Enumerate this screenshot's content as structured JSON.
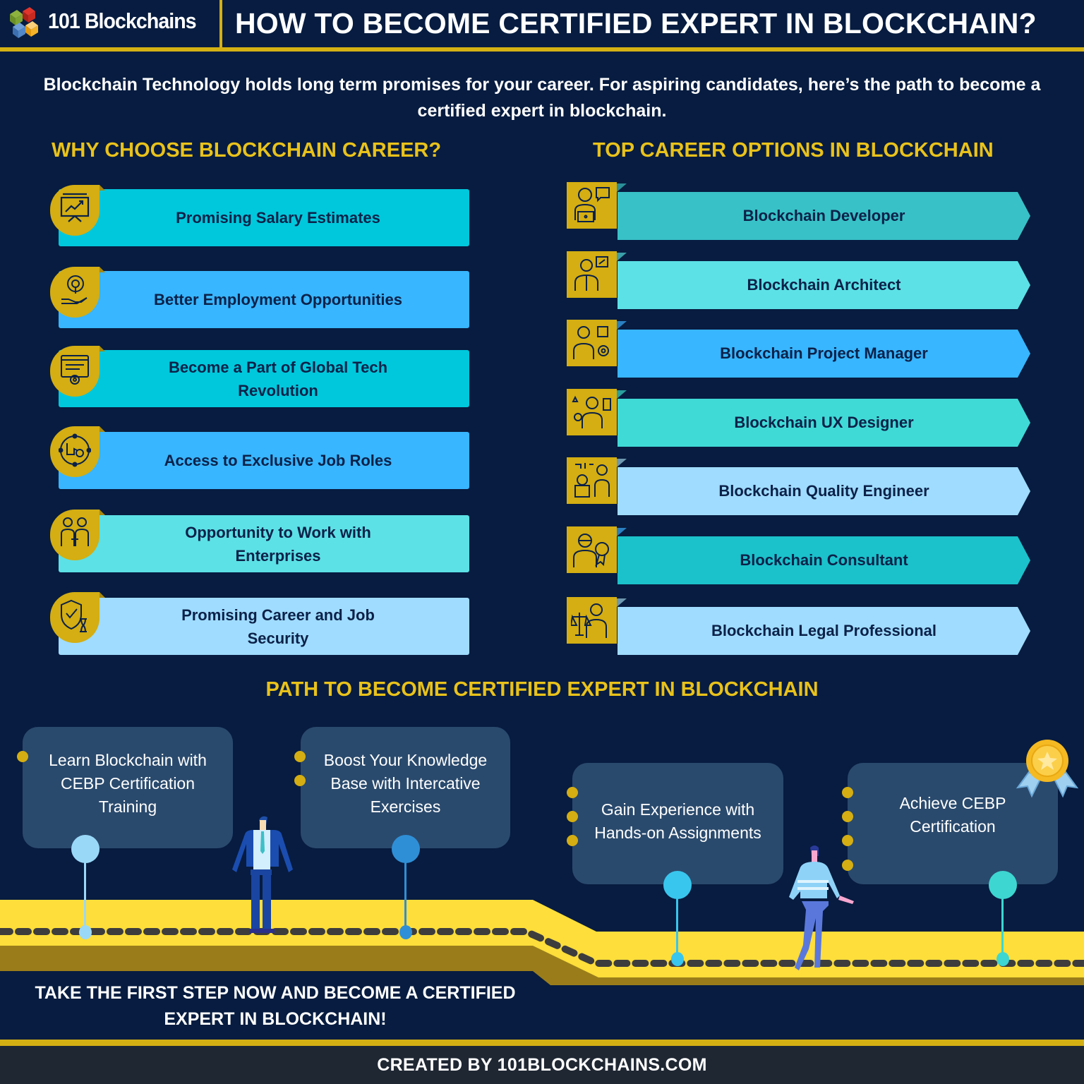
{
  "header": {
    "brand": "101 Blockchains",
    "title": "HOW TO BECOME CERTIFIED EXPERT IN BLOCKCHAIN?"
  },
  "intro": "Blockchain Technology holds long term promises for your career. For aspiring candidates, here’s the path to become a certified expert in blockchain.",
  "why_section": {
    "title": "WHY CHOOSE BLOCKCHAIN CAREER?",
    "items": [
      {
        "label": "Promising Salary Estimates",
        "icon": "presentation-chart-icon",
        "color": "#00c8dc"
      },
      {
        "label": "Better Employment Opportunities",
        "icon": "gear-hand-icon",
        "color": "#38b6ff"
      },
      {
        "label": "Become a Part of Global Tech Revolution",
        "icon": "web-gear-icon",
        "color": "#00c8dc"
      },
      {
        "label": "Access to Exclusive Job Roles",
        "icon": "factory-gear-icon",
        "color": "#38b6ff"
      },
      {
        "label": "Opportunity to Work with Enterprises",
        "icon": "handshake-people-icon",
        "color": "#5ce1e6"
      },
      {
        "label": "Promising Career and Job Security",
        "icon": "shield-hourglass-icon",
        "color": "#a0dcff"
      }
    ]
  },
  "careers_section": {
    "title": "TOP CAREER OPTIONS IN BLOCKCHAIN",
    "items": [
      {
        "label": "Blockchain Developer",
        "icon": "developer-laptop-icon",
        "color": "#38c1c7"
      },
      {
        "label": "Blockchain Architect",
        "icon": "architect-icon",
        "color": "#5ce1e6"
      },
      {
        "label": "Blockchain Project Manager",
        "icon": "manager-gear-icon",
        "color": "#38b6ff"
      },
      {
        "label": "Blockchain UX Designer",
        "icon": "designer-icon",
        "color": "#40dad6"
      },
      {
        "label": "Blockchain Quality Engineer",
        "icon": "engineer-circuit-icon",
        "color": "#a0dcff"
      },
      {
        "label": "Blockchain Consultant",
        "icon": "consultant-award-icon",
        "color": "#1bc2cb"
      },
      {
        "label": "Blockchain Legal Professional",
        "icon": "lawyer-scale-icon",
        "color": "#a0dcff"
      }
    ]
  },
  "path_section": {
    "title": "PATH TO BECOME CERTIFIED EXPERT IN BLOCKCHAIN",
    "steps": [
      {
        "label": "Learn Blockchain with CEBP Certification Training",
        "pin_color": "#9ad8f8"
      },
      {
        "label": "Boost Your Knowledge Base with Intercative Exercises",
        "pin_color": "#2f8fd6"
      },
      {
        "label": "Gain Experience with Hands-on Assignments",
        "pin_color": "#38c6ee"
      },
      {
        "label": "Achieve CEBP Certification",
        "pin_color": "#3dd6d0"
      }
    ]
  },
  "cta": "TAKE THE FIRST STEP NOW AND BECOME A CERTIFIED EXPERT IN BLOCKCHAIN!",
  "footer": "CREATED BY 101BLOCKCHAINS.COM",
  "colors": {
    "background": "#071c40",
    "accent_gold": "#d4b013",
    "heading_yellow": "#e9c21a",
    "road_yellow": "#fede3a",
    "card": "#2a4a6d",
    "footer_bg": "#1f2733"
  }
}
